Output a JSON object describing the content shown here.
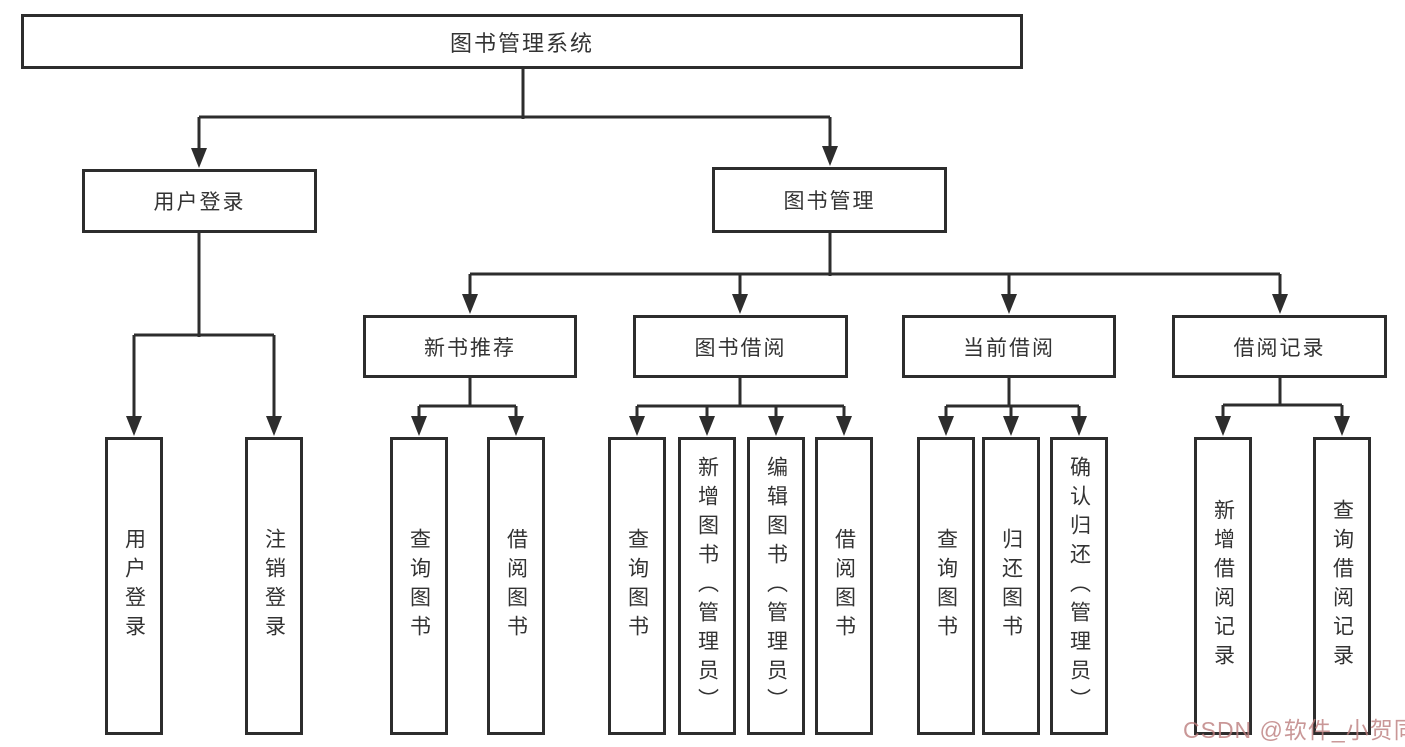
{
  "tree": {
    "root": "图书管理系统",
    "branches": {
      "user_login": "用户登录",
      "book_management": "图书管理"
    },
    "modules": {
      "new_book_recommendation": "新书推荐",
      "book_borrowing": "图书借阅",
      "current_borrowing": "当前借阅",
      "borrowing_records": "借阅记录"
    },
    "leaves": {
      "user_login": [
        "用户登录",
        "注销登录"
      ],
      "new_book_recommendation": [
        "查询图书",
        "借阅图书"
      ],
      "book_borrowing": [
        "查询图书",
        "新增图书（管理员）",
        "编辑图书（管理员）",
        "借阅图书"
      ],
      "current_borrowing": [
        "查询图书",
        "归还图书",
        "确认归还（管理员）"
      ],
      "borrowing_records": [
        "新增借阅记录",
        "查询借阅记录"
      ]
    }
  },
  "watermark": "CSDN @软件_小贺同学",
  "colors": {
    "line": "#2d2d2d",
    "text": "#333333",
    "watermark_tint": "#bb7d7d",
    "background": "#ffffff"
  }
}
